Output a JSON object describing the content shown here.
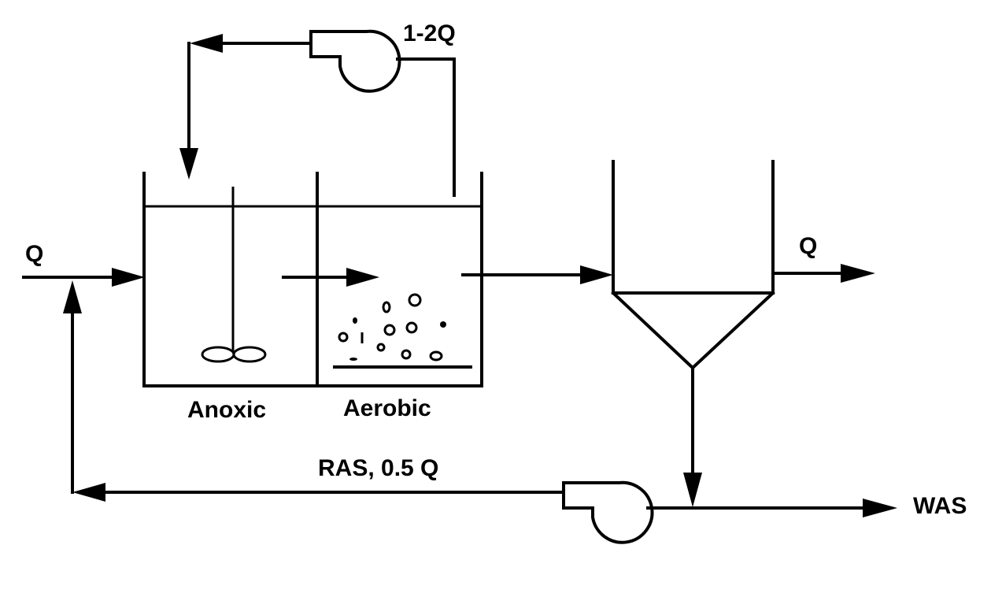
{
  "labels": {
    "inflow": "Q",
    "internal_recycle": "1-2Q",
    "anoxic_zone": "Anoxic",
    "aerobic_zone": "Aerobic",
    "effluent": "Q",
    "return_sludge": "RAS, 0.5 Q",
    "waste_sludge": "WAS"
  }
}
